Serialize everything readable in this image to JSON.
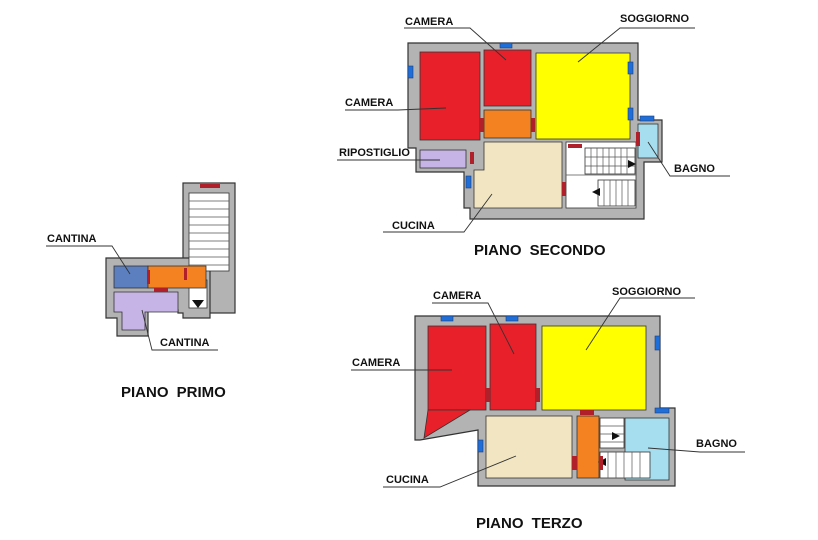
{
  "floors": {
    "primo": {
      "title": "PIANO PRIMO",
      "labels": {
        "cantina_top": "CANTINA",
        "cantina_bottom": "CANTINA"
      }
    },
    "secondo": {
      "title": "PIANO SECONDO",
      "labels": {
        "camera_small": "CAMERA",
        "soggiorno": "SOGGIORNO",
        "camera_large": "CAMERA",
        "ripostiglio": "RIPOSTIGLIO",
        "bagno": "BAGNO",
        "cucina": "CUCINA"
      }
    },
    "terzo": {
      "title": "PIANO TERZO",
      "labels": {
        "camera_small": "CAMERA",
        "soggiorno": "SOGGIORNO",
        "camera_large": "CAMERA",
        "bagno": "BAGNO",
        "cucina": "CUCINA"
      }
    }
  },
  "colors": {
    "camera": "#e8202a",
    "soggiorno": "#ffff00",
    "cucina": "#f2e6c2",
    "ripostiglio": "#c6b4e6",
    "bagno": "#a6def0",
    "disimpegno": "#f58220",
    "cantina_blue": "#5b7fbf",
    "cantina_lilac": "#c6b4e6",
    "wall": "#b3b3b3"
  }
}
